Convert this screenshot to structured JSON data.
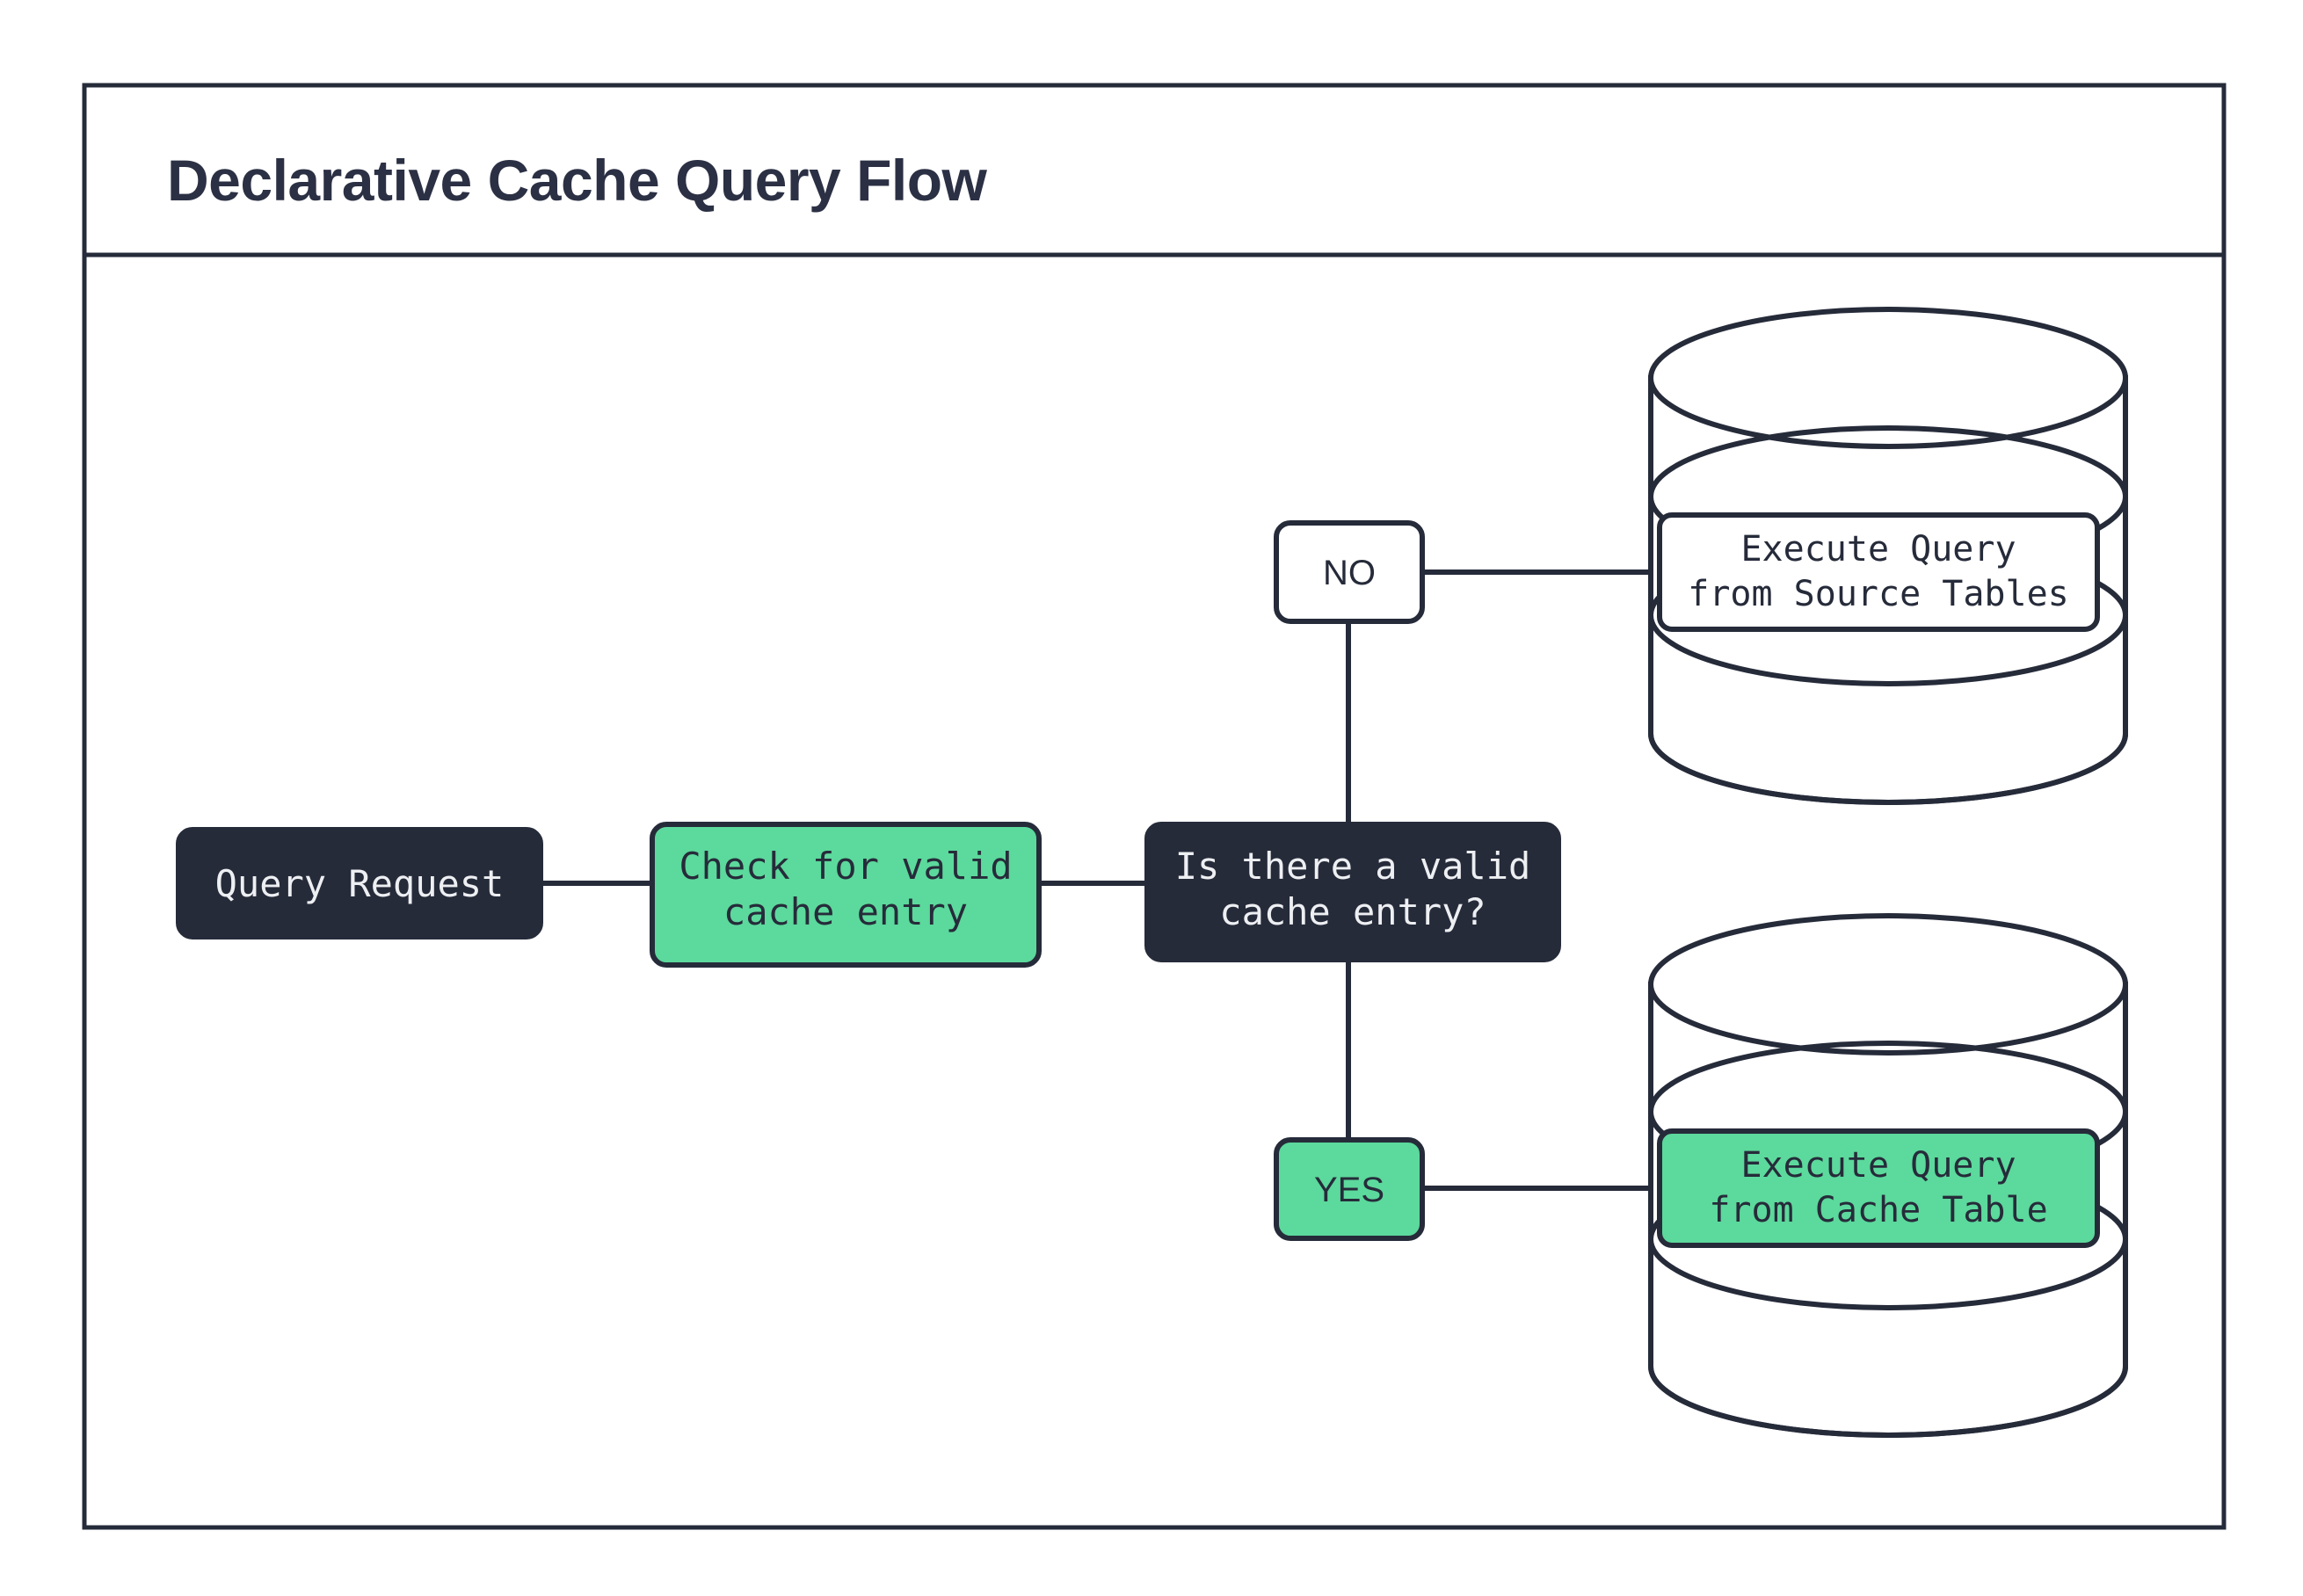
{
  "diagram": {
    "title": "Declarative Cache Query Flow",
    "colors": {
      "dark": "#262B3A",
      "green": "#5CD99C",
      "white": "#FFFFFF",
      "title_text": "#2B3044",
      "light_text": "#EDEFF2"
    },
    "nodes": {
      "query_request": {
        "label": "Query Request"
      },
      "check_cache": {
        "label_line1": "Check for valid",
        "label_line2": "cache entry"
      },
      "decision": {
        "label_line1": "Is there a valid",
        "label_line2": "cache entry?"
      },
      "branch_no": {
        "label": "NO"
      },
      "branch_yes": {
        "label": "YES"
      },
      "source_db": {
        "label_line1": "Execute Query",
        "label_line2": "from Source Tables"
      },
      "cache_db": {
        "label_line1": "Execute Query",
        "label_line2": "from Cache Table"
      }
    }
  }
}
